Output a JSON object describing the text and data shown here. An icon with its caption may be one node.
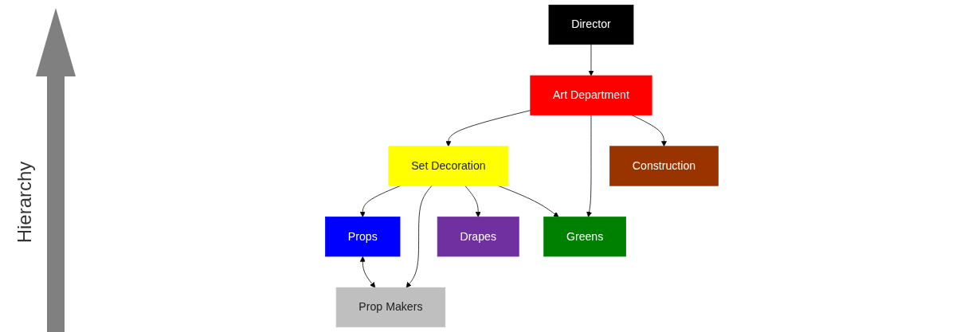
{
  "diagram": {
    "nodes": [
      {
        "text": [
          "Director"
        ]
      },
      {
        "text": [
          "Art Department"
        ]
      },
      {
        "text": [
          "Set Decoration"
        ]
      },
      {
        "text": [
          "Construction"
        ]
      },
      {
        "text": [
          "Props"
        ]
      },
      {
        "text": [
          "Prop Makers"
        ]
      },
      {
        "text": [
          "Drapes"
        ]
      },
      {
        "text": [
          "Greens"
        ]
      }
    ],
    "edges": [
      {
        "from": 0,
        "to": 1,
        "arrow": "to"
      },
      {
        "from": 1,
        "to": 2,
        "arrow": "to"
      },
      {
        "from": 1,
        "to": 7,
        "arrow": "to"
      },
      {
        "from": 1,
        "to": 3,
        "arrow": "to"
      },
      {
        "from": 2,
        "to": 4,
        "arrow": "to"
      },
      {
        "from": 2,
        "to": 5,
        "arrow": "to"
      },
      {
        "from": 2,
        "to": 6,
        "arrow": "to"
      },
      {
        "from": 2,
        "to": 7,
        "arrow": "to"
      },
      {
        "from": 4,
        "to": 5,
        "arrow": "both"
      }
    ],
    "labels": [
      "Hierarchy"
    ]
  }
}
